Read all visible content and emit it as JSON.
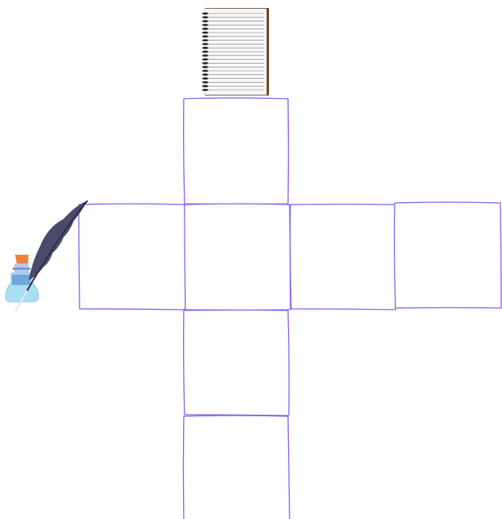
{
  "diagram": {
    "title": "",
    "cell_count": 7,
    "cells": [
      {
        "name": "cell-top",
        "label": ""
      },
      {
        "name": "cell-left",
        "label": ""
      },
      {
        "name": "cell-center",
        "label": ""
      },
      {
        "name": "cell-right",
        "label": ""
      },
      {
        "name": "cell-far-right",
        "label": ""
      },
      {
        "name": "cell-below-1",
        "label": ""
      },
      {
        "name": "cell-below-2",
        "label": ""
      }
    ],
    "decorations": [
      "spiral-notebook-icon",
      "quill-and-inkwell-icon"
    ],
    "colors": {
      "cell_stroke": "#8a5cf0",
      "notebook_cover": "#6b3a1f",
      "notebook_page": "#f7f7f7",
      "notebook_lines": "#7a7a7a",
      "notebook_spiral": "#2a2a2a",
      "feather": "#4a4a6a",
      "feather_vein": "#2f2f48",
      "ink_bottle": "#a8dff2",
      "ink": "#6a9ad8",
      "cork": "#f08040"
    }
  }
}
